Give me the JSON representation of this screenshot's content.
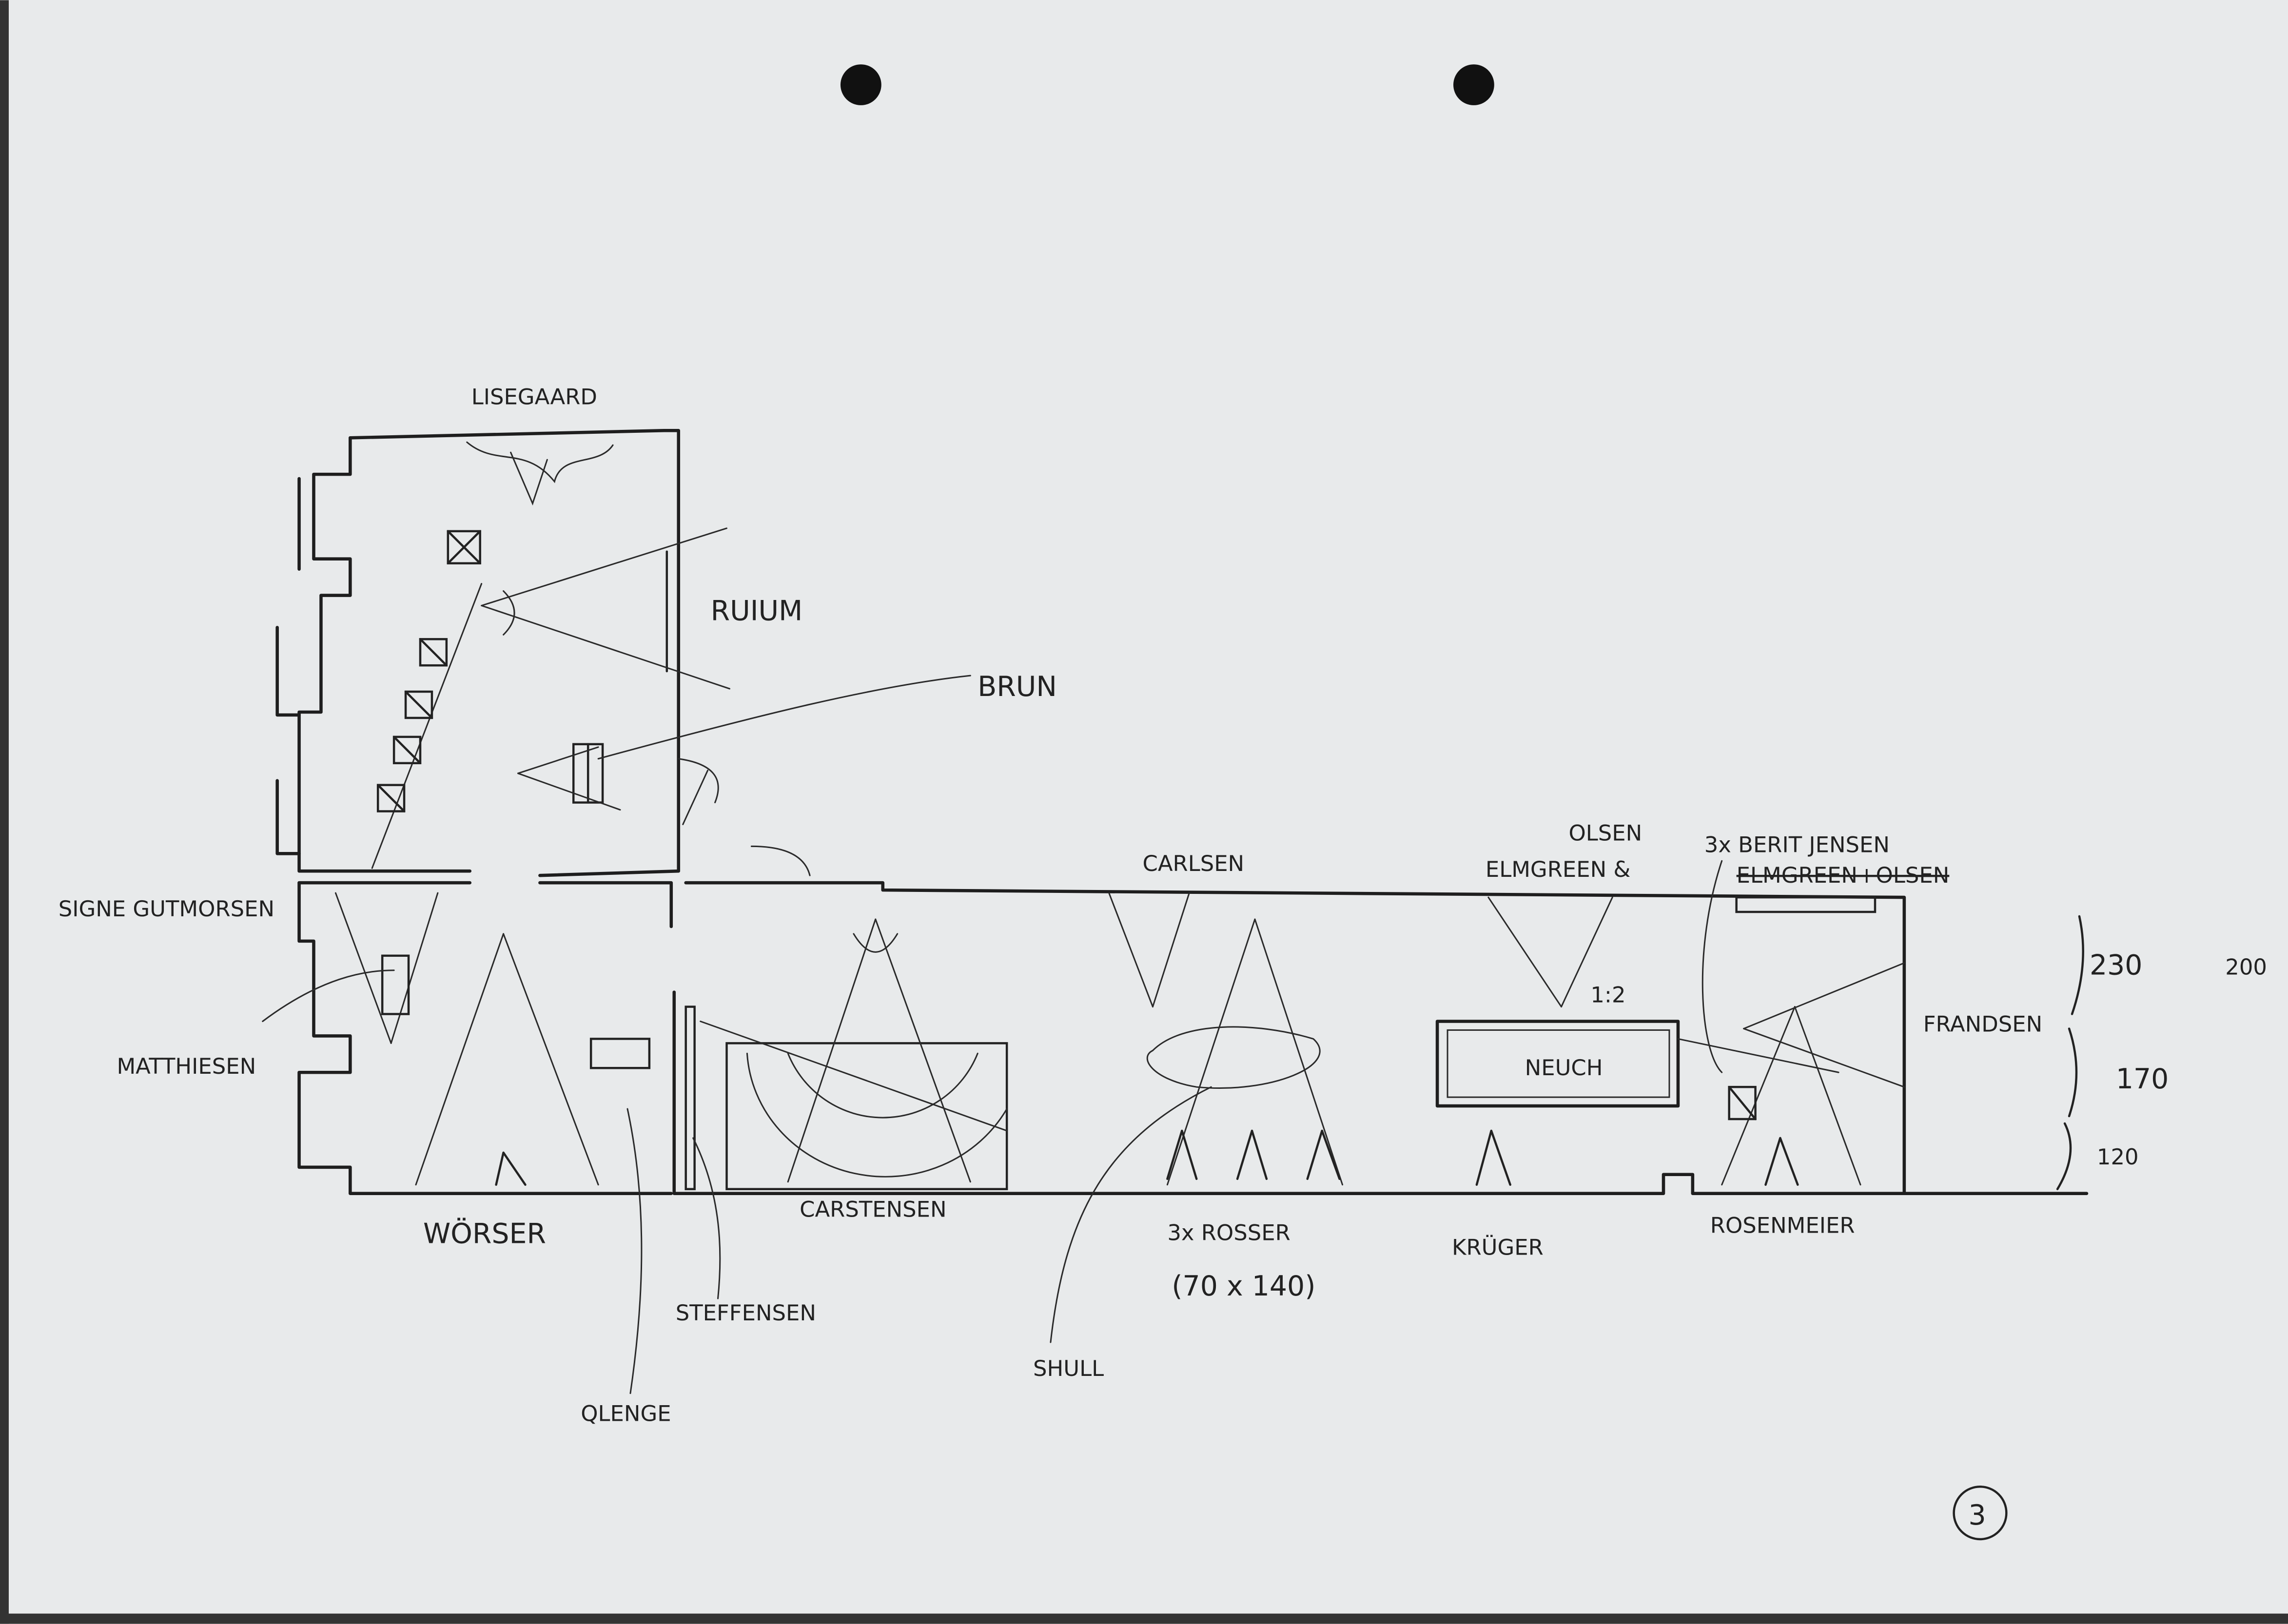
{
  "sheet": {
    "page_number": "3"
  },
  "labels": {
    "lisegaard": "LISEGAARD",
    "ruium": "RUIUM",
    "brun": "BRUN",
    "signe": "SIGNE GUTMORSEN",
    "matthiesen": "MATTHIESEN",
    "worser": "WÖRSER",
    "carstensen": "CARSTENSEN",
    "steffensen": "STEFFENSEN",
    "qlenge": "QLENGE",
    "shull": "SHULL",
    "carlsen": "CARLSEN",
    "olsen": "OLSEN",
    "elmgreen": "ELMGREEN &",
    "berit": "3x BERIT JENSEN",
    "struck": "ELMGREEN+OLSEN",
    "neuch": "NEUCH",
    "scale": "1:2",
    "frandsen": "FRANDSEN",
    "rosser": "3x ROSSER",
    "rosser_size": "(70 x 140)",
    "kruger": "KRÜGER",
    "rosenmeier": "ROSENMEIER"
  },
  "dimensions": {
    "top": "230",
    "top_alt": "200",
    "mid": "170",
    "bottom": "120"
  }
}
